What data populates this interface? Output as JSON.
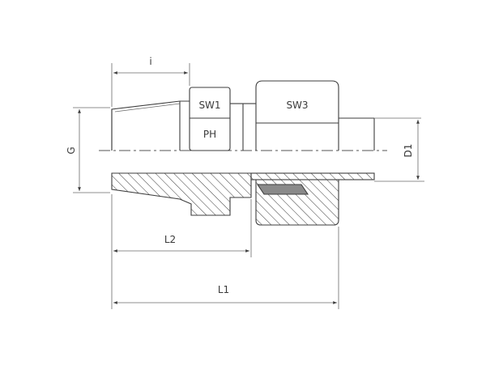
{
  "drawing": {
    "labels": {
      "thread_length": "i",
      "wrench_size_1": "SW1",
      "wrench_size_3": "SW3",
      "profile": "PH",
      "thread_diameter": "G",
      "tube_diameter": "D1",
      "length_2": "L2",
      "length_1": "L1"
    },
    "colors": {
      "line": "#3d3d3d",
      "hatch": "#3d3d3d",
      "background": "#ffffff"
    }
  }
}
